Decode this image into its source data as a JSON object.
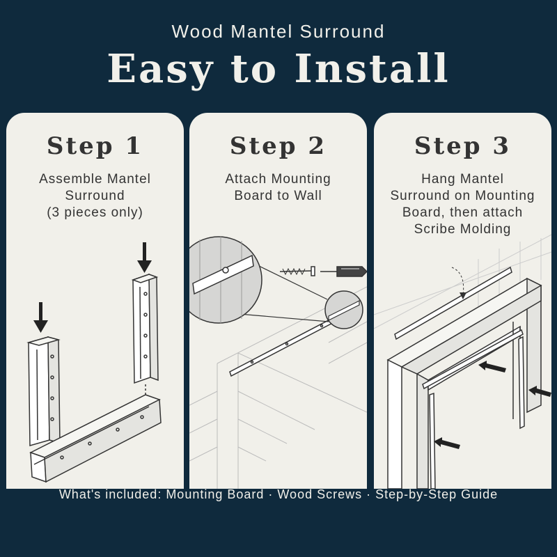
{
  "header": {
    "subtitle": "Wood Mantel Surround",
    "title": "Easy to Install"
  },
  "steps": [
    {
      "title": "Step 1",
      "description": "Assemble Mantel\nSurround\n(3 pieces only)"
    },
    {
      "title": "Step 2",
      "description": "Attach Mounting\nBoard to Wall"
    },
    {
      "title": "Step 3",
      "description": "Hang Mantel\nSurround on Mounting\nBoard, then attach\nScribe Molding"
    }
  ],
  "footer": {
    "included": "What's included: Mounting Board · Wood Screws · Step-by-Step Guide"
  },
  "colors": {
    "background": "#0f2a3d",
    "panel": "#f1f0ea",
    "ink": "#333333"
  },
  "icons": [
    "arrow-down-icon",
    "arrow-left-icon",
    "screw-icon",
    "screwdriver-icon",
    "magnifier-icon"
  ]
}
